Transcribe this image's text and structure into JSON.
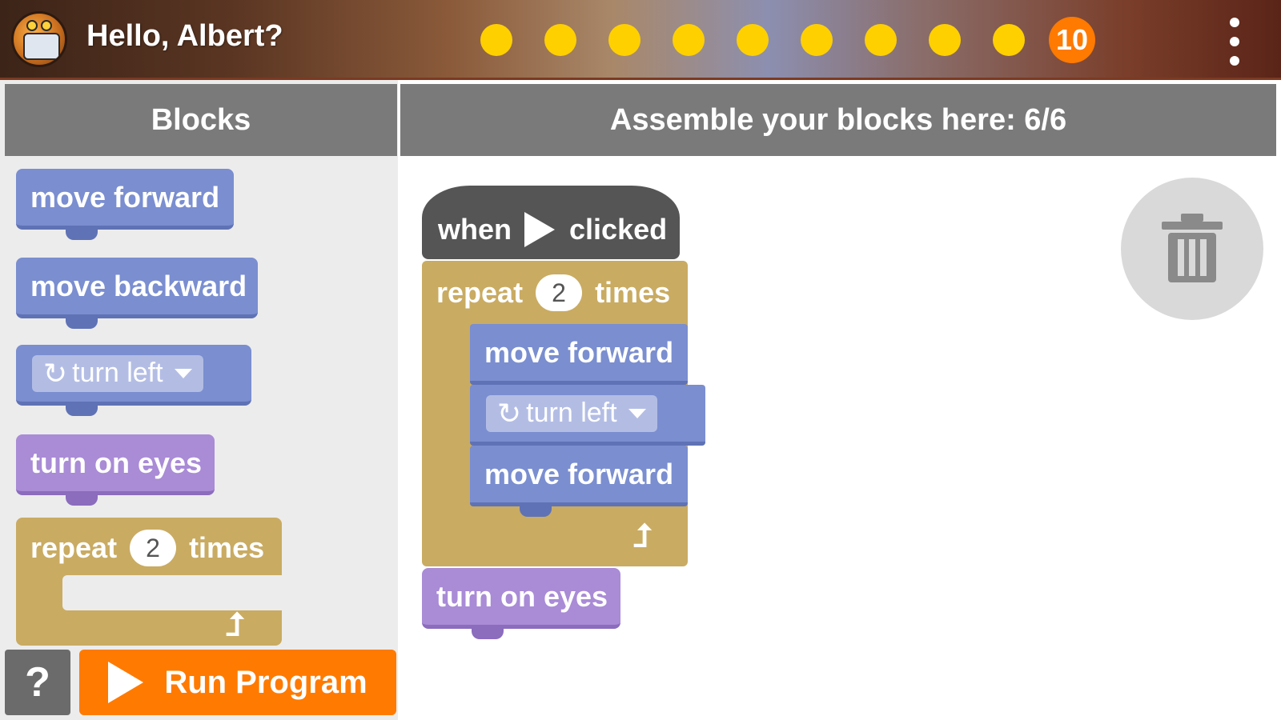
{
  "header": {
    "greeting": "Hello, Albert?",
    "progress_dots_filled": 9,
    "level": "10"
  },
  "palette": {
    "title": "Blocks",
    "blocks": {
      "move_forward": "move forward",
      "move_backward": "move backward",
      "turn_left": "turn left",
      "turn_on_eyes": "turn on eyes",
      "repeat_prefix": "repeat",
      "repeat_count": "2",
      "repeat_suffix": "times"
    }
  },
  "workspace": {
    "title": "Assemble your blocks here:  6/6",
    "hat_prefix": "when",
    "hat_suffix": "clicked",
    "repeat_prefix": "repeat",
    "repeat_count": "2",
    "repeat_suffix": "times",
    "step1": "move forward",
    "step2": "turn left",
    "step3": "move forward",
    "after_loop": "turn on eyes"
  },
  "buttons": {
    "help": "?",
    "run": "Run Program"
  },
  "colors": {
    "motion_block": "#7a8ed0",
    "looks_block": "#a98bd6",
    "control_block": "#c9ab62",
    "event_block": "#555555",
    "accent": "#ff7a00",
    "progress_dot": "#ffd000"
  },
  "icons": [
    "robot-avatar-icon",
    "more-vert-icon",
    "rotate-left-icon",
    "caret-down-icon",
    "loop-return-icon",
    "play-icon",
    "trash-icon",
    "help-icon"
  ]
}
